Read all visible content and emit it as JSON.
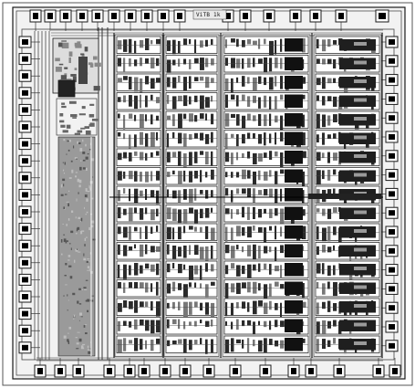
{
  "view": {
    "title": "",
    "die_label": "ViTB 1k"
  },
  "colors": {
    "background": "#ffffff",
    "die_fill": "#f2f2f2",
    "stroke": "#1a1a1a",
    "dense_fill": "#3a3a3a",
    "black": "#000000",
    "grey": "#9a9a9a",
    "light_grey": "#cfcfcf"
  },
  "layout": {
    "array_rows": 17,
    "pads_top": 16,
    "pads_bottom": 16,
    "pads_left": 19,
    "pads_right": 17
  }
}
